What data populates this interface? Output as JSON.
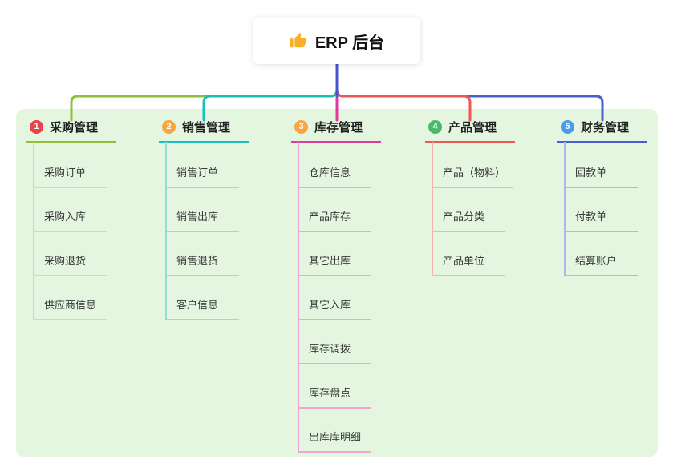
{
  "root": {
    "label": "ERP 后台",
    "icon": "thumbs-up",
    "icon_color": "#f7b128"
  },
  "colors": {
    "panel_bg": "#e4f6e0",
    "stem": "#4653cd"
  },
  "branches": [
    {
      "number": "1",
      "label": "采购管理",
      "color": "#8fbe3a",
      "light": "#c8e29a",
      "badge": "#e8434e",
      "children": [
        "采购订单",
        "采购入库",
        "采购退货",
        "供应商信息"
      ]
    },
    {
      "number": "2",
      "label": "销售管理",
      "color": "#17c0bd",
      "light": "#8fe0dc",
      "badge": "#f7a643",
      "children": [
        "销售订单",
        "销售出库",
        "销售退货",
        "客户信息"
      ]
    },
    {
      "number": "3",
      "label": "库存管理",
      "color": "#e03a9c",
      "light": "#f0a6d2",
      "badge": "#f7a643",
      "children": [
        "仓库信息",
        "产品库存",
        "其它出库",
        "其它入库",
        "库存调拨",
        "库存盘点",
        "出库库明细"
      ]
    },
    {
      "number": "4",
      "label": "产品管理",
      "color": "#ef5753",
      "light": "#f6b2ad",
      "badge": "#4bb96b",
      "children": [
        "产品（物料）",
        "产品分类",
        "产品单位"
      ]
    },
    {
      "number": "5",
      "label": "财务管理",
      "color": "#4a5ed0",
      "light": "#acb8ea",
      "badge": "#4a9ce8",
      "children": [
        "回款单",
        "付款单",
        "结算账户"
      ]
    }
  ]
}
